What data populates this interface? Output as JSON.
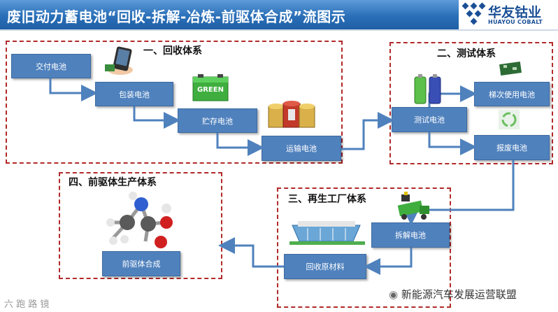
{
  "header": {
    "title": "废旧动力蓄电池“回收-拆解-冶炼-前驱体合成”流图示",
    "logo_main": "华友钴业",
    "logo_sub": "HUAYOU COBALT"
  },
  "groups": {
    "recycle": "一、回收体系",
    "test": "二、测试体系",
    "regen": "三、再生工厂体系",
    "precursor": "四、前驱体生产体系"
  },
  "steps": {
    "deliver": "交付电池",
    "package": "包装电池",
    "store": "贮存电池",
    "transport": "运输电池",
    "test": "测试电池",
    "cascade": "梯次使用电池",
    "scrap": "报废电池",
    "dismantle": "拆解电池",
    "recover": "回收原材料",
    "synthesize": "前驱体合成"
  },
  "image_text": {
    "green_battery": "GREEN"
  },
  "footer": {
    "left": "六 跑 路 镜",
    "right": "新能源汽车发展运营联盟"
  },
  "colors": {
    "header": "#2a6fb8",
    "box": "#4f81bd",
    "dashed": "#b22a2a"
  }
}
